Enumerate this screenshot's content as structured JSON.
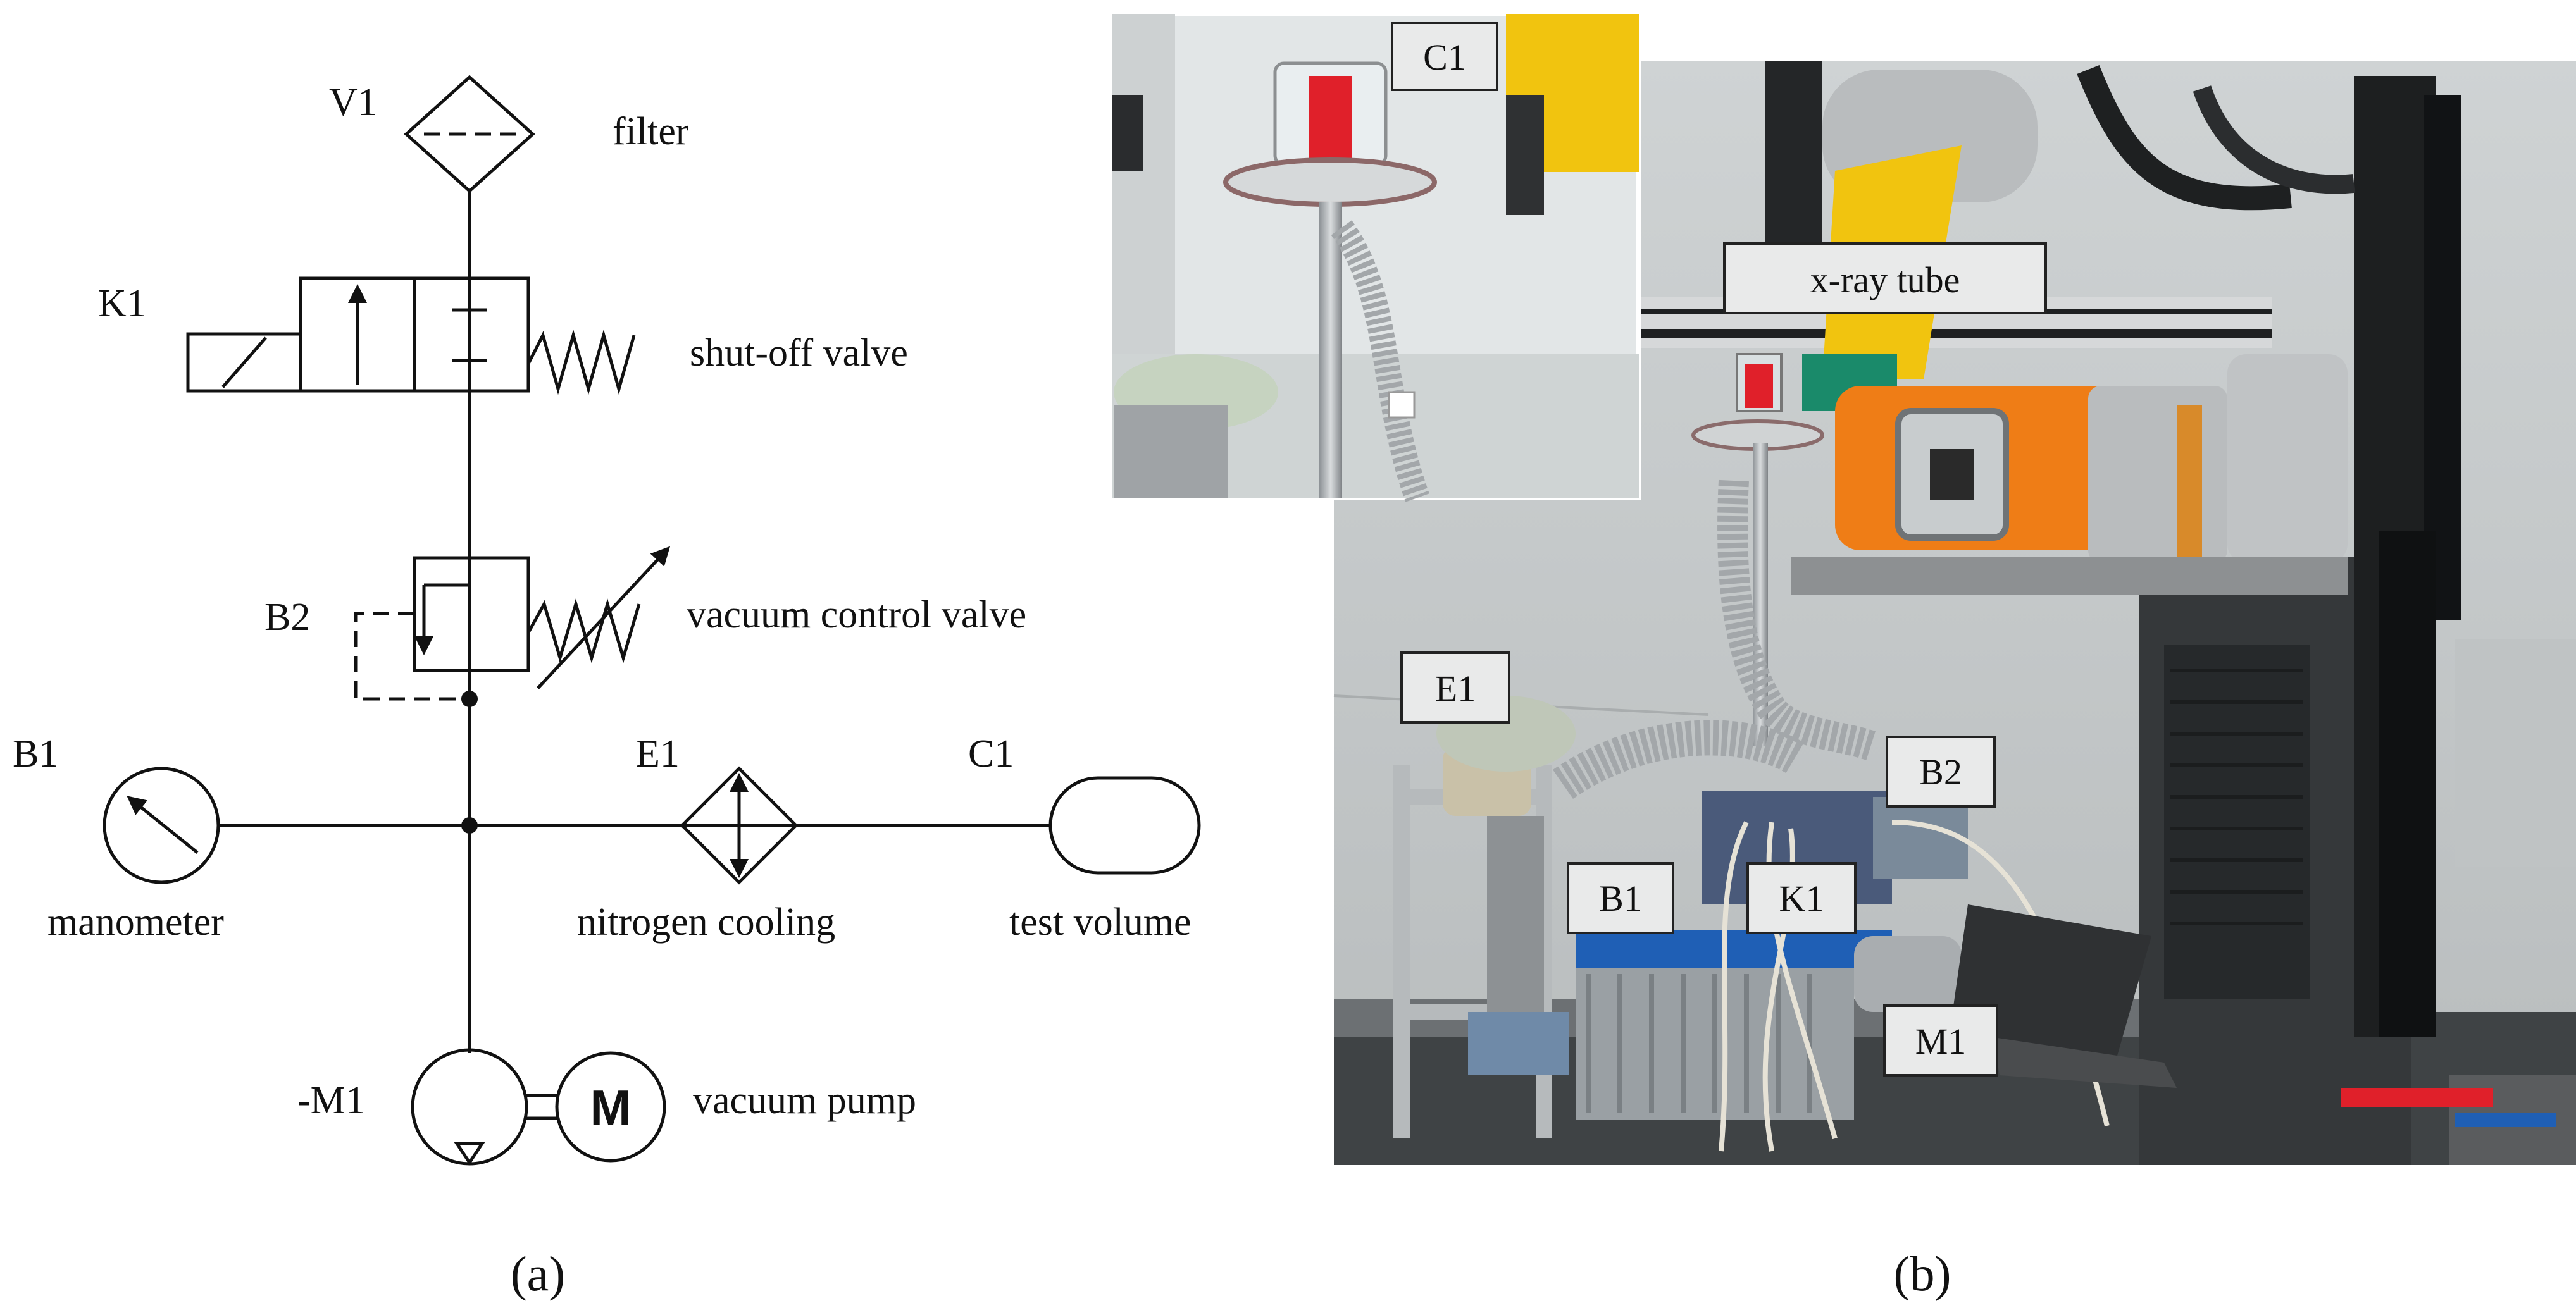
{
  "panel_a": {
    "caption": "(a)",
    "components": {
      "V1": {
        "id": "V1",
        "name": "filter"
      },
      "K1": {
        "id": "K1",
        "name": "shut-off valve"
      },
      "B2": {
        "id": "B2",
        "name": "vacuum control valve"
      },
      "B1": {
        "id": "B1",
        "name": "manometer"
      },
      "E1": {
        "id": "E1",
        "name": "nitrogen cooling"
      },
      "C1": {
        "id": "C1",
        "name": "test volume"
      },
      "M1": {
        "id": "-M1",
        "name": "vacuum pump",
        "motor_letter": "M"
      }
    }
  },
  "panel_b": {
    "caption": "(b)",
    "inset_label": "C1",
    "labels": [
      "x-ray tube",
      "E1",
      "B2",
      "B1",
      "K1",
      "M1"
    ]
  },
  "colors": {
    "line": "#111111",
    "xray_yellow": "#f1c40f",
    "orange": "#ef7d16",
    "sample_red": "#e0202a",
    "pump_blue": "#1f5fb5",
    "gray": "#9a9d9f",
    "dark": "#2a2a2a"
  }
}
